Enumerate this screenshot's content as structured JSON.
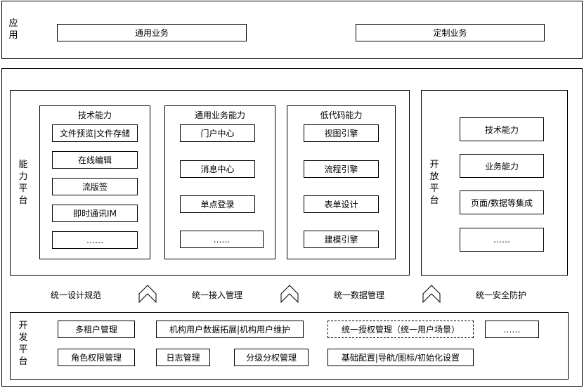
{
  "app_layer": {
    "label": "应用",
    "items": [
      "通用业务",
      "定制业务"
    ]
  },
  "capability_platform": {
    "label": "能力平台",
    "groups": [
      {
        "title": "技术能力",
        "items": [
          "文件预览|文件存储",
          "在线编辑",
          "流版签",
          "即时通讯IM",
          "……"
        ]
      },
      {
        "title": "通用业务能力",
        "items": [
          "门户中心",
          "消息中心",
          "单点登录",
          "……"
        ]
      },
      {
        "title": "低代码能力",
        "items": [
          "视图引擎",
          "流程引擎",
          "表单设计",
          "建模引擎"
        ]
      }
    ]
  },
  "open_platform": {
    "label": "开放平台",
    "items": [
      "技术能力",
      "业务能力",
      "页面/数据等集成",
      "……"
    ]
  },
  "unified_row": [
    "统一设计规范",
    "统一接入管理",
    "统一数据管理",
    "统一安全防护"
  ],
  "dev_platform": {
    "label": "开发平台",
    "row1": [
      "多租户管理",
      "机构用户数据拓展|机构用户维护",
      "统一授权管理（统一用户场景）",
      "……"
    ],
    "row2": [
      "角色权限管理",
      "日志管理",
      "分级分权管理",
      "基础配置|导航/图标/初始化设置"
    ]
  }
}
